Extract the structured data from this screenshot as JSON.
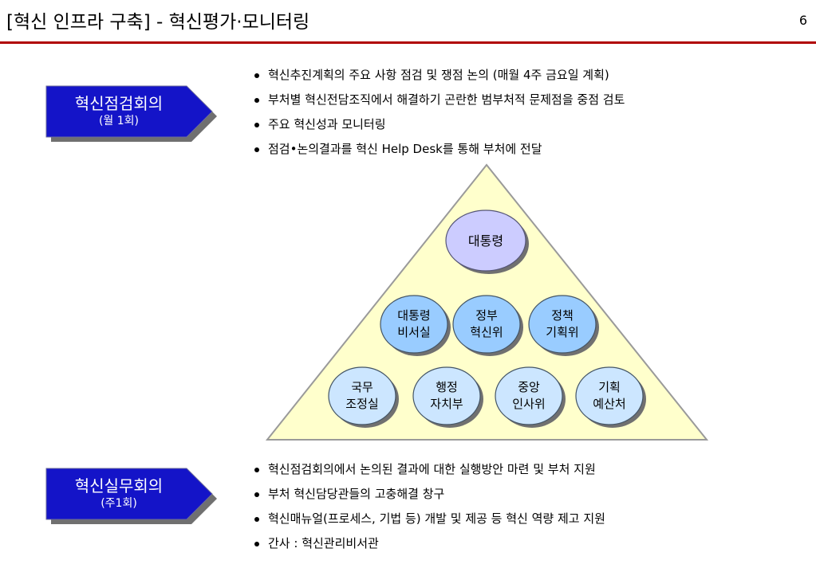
{
  "header": {
    "title": "[혁신 인프라 구축] - 혁신평가·모니터링",
    "page_number": "6"
  },
  "top_section": {
    "label": "혁신점검회의",
    "sublabel": "(월 1회)",
    "bullets": [
      "혁신추진계획의 주요 사항 점검 및 쟁점 논의 (매월 4주 금요일 계획)",
      "부처별 혁신전담조직에서 해결하기 곤란한 범부처적 문제점을 중점 검토",
      "주요 혁신성과 모니터링",
      "점검•논의결과를 혁신 Help Desk를 통해 부처에 전달"
    ]
  },
  "pyramid": {
    "top": {
      "line1": "대통령",
      "line2": ""
    },
    "middle": [
      {
        "line1": "대통령",
        "line2": "비서실"
      },
      {
        "line1": "정부",
        "line2": "혁신위"
      },
      {
        "line1": "정책",
        "line2": "기획위"
      }
    ],
    "bottom": [
      {
        "line1": "국무",
        "line2": "조정실"
      },
      {
        "line1": "행정",
        "line2": "자치부"
      },
      {
        "line1": "중앙",
        "line2": "인사위"
      },
      {
        "line1": "기획",
        "line2": "예산처"
      }
    ]
  },
  "bottom_section": {
    "label": "혁신실무회의",
    "sublabel": "(주1회)",
    "bullets": [
      "혁신점검회의에서 논의된 결과에 대한 실행방안 마련 및 부처 지원",
      "부처 혁신담당관들의 고충해결 창구",
      "혁신매뉴얼(프로세스, 기법 등) 개발 및 제공 등 혁신 역량 제고 지원",
      "간사 : 혁신관리비서관"
    ]
  },
  "colors": {
    "rule": "#b00000",
    "arrow_fill": "#1414c8",
    "triangle_fill": "#ffffcc",
    "top_circle_fill": "#ccccff",
    "middle_circle_fill": "#99ccff",
    "bottom_circle_fill": "#cce6ff"
  }
}
